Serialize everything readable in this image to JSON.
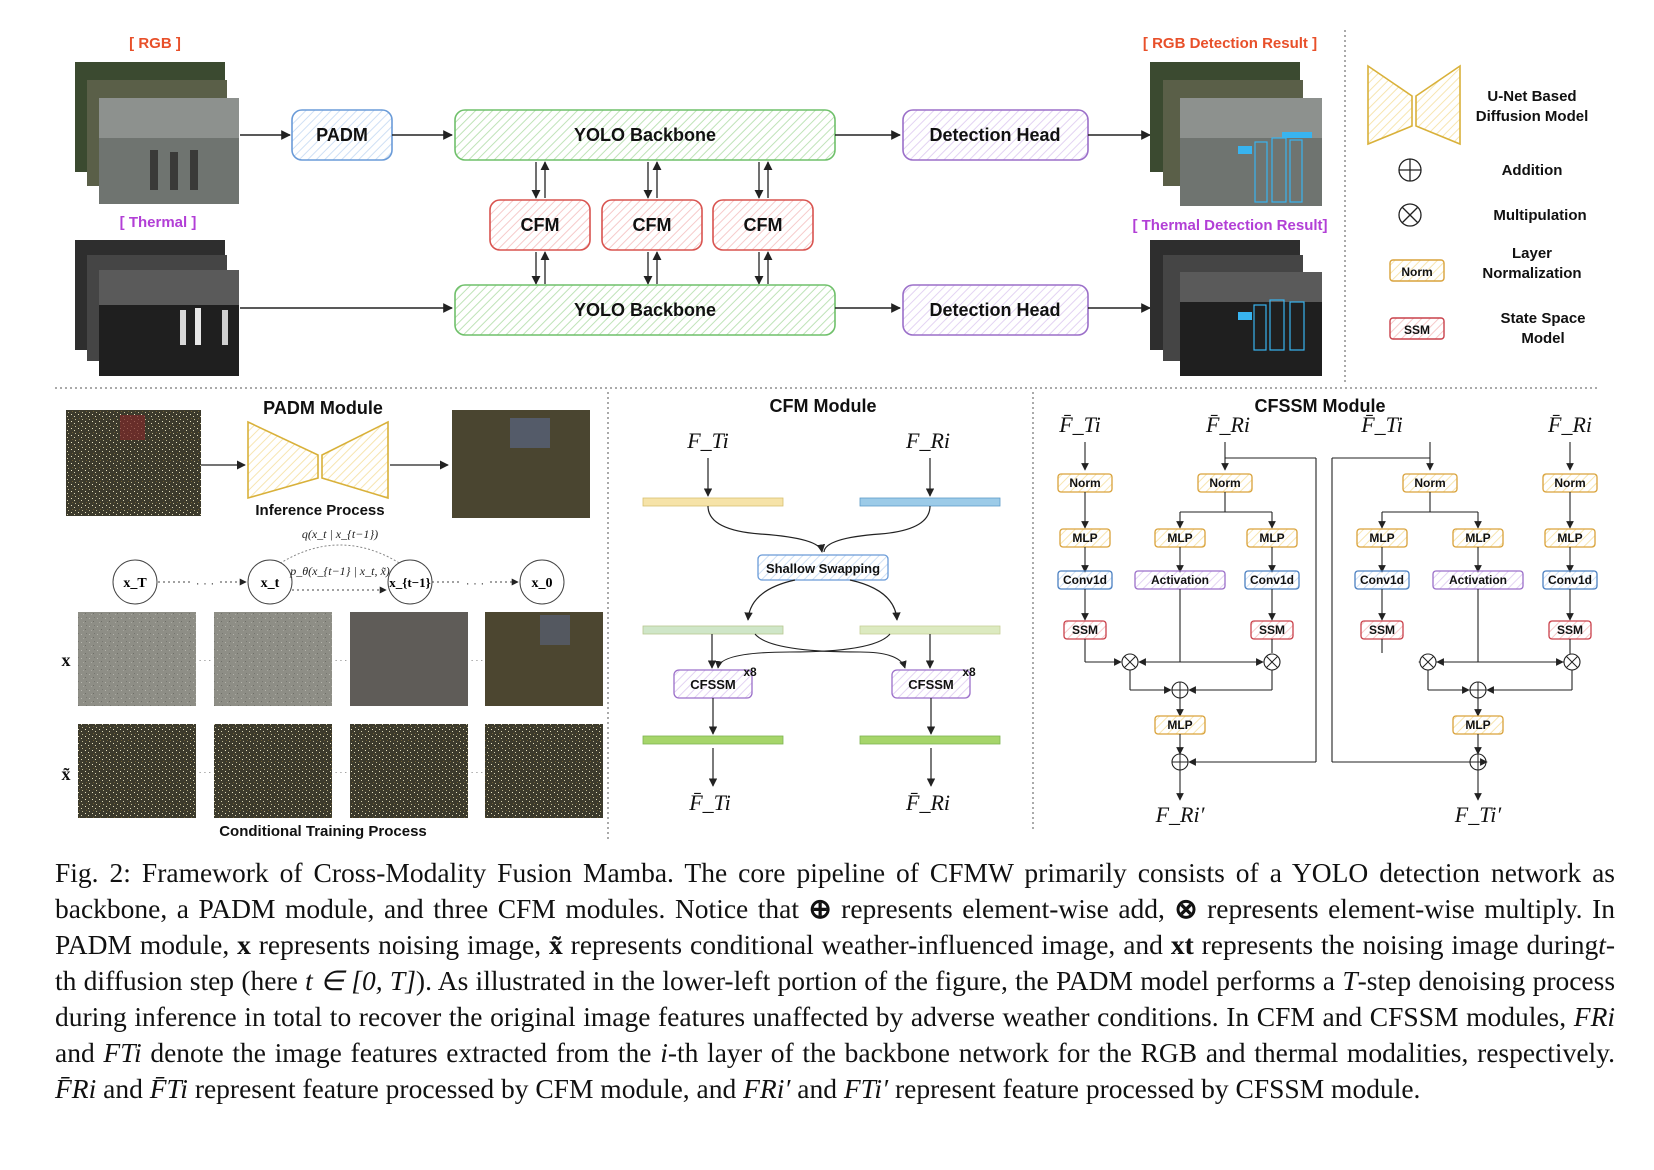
{
  "top": {
    "rgb_label": "[ RGB ]",
    "thermal_label": "[ Thermal ]",
    "rgb_result_label": "[ RGB Detection Result ]",
    "thermal_result_label": "[ Thermal Detection Result]",
    "padm": "PADM",
    "backbone_top": "YOLO Backbone",
    "backbone_bottom": "YOLO Backbone",
    "cfm": [
      "CFM",
      "CFM",
      "CFM"
    ],
    "detection_head_top": "Detection Head",
    "detection_head_bottom": "Detection Head"
  },
  "legend": {
    "unet_line1": "U-Net Based",
    "unet_line2": "Diffusion Model",
    "addition": "Addition",
    "multiplication": "Multipulation",
    "norm_box": "Norm",
    "norm_line1": "Layer",
    "norm_line2": "Normalization",
    "ssm_box": "SSM",
    "ssm_line1": "State Space",
    "ssm_line2": "Model"
  },
  "padm_panel": {
    "title": "PADM Module",
    "inference": "Inference Process",
    "q_label": "q(x_t | x_{t−1})",
    "p_label": "p_θ(x_{t−1} | x_t, x̃)",
    "nodes": [
      "x_T",
      "x_t",
      "x_{t−1}",
      "x_0"
    ],
    "dots": "· · ·",
    "row_x": "x",
    "row_xtilde": "x̃",
    "training": "Conditional Training Process"
  },
  "cfm_panel": {
    "title": "CFM Module",
    "in_left": "F_Ti",
    "in_right": "F_Ri",
    "swap": "Shallow Swapping",
    "cfssm": "CFSSM",
    "times": "x8",
    "out_left": "F̄_Ti",
    "out_right": "F̄_Ri"
  },
  "cfssm_panel": {
    "title": "CFSSM Module",
    "inputs": [
      "F̄_Ti",
      "F̄_Ri",
      "F̄_Ti",
      "F̄_Ri"
    ],
    "norm": "Norm",
    "mlp": "MLP",
    "conv": "Conv1d",
    "activation": "Activation",
    "ssm": "SSM",
    "out_left": "F_Ri′",
    "out_right": "F_Ti′"
  },
  "caption": {
    "s1": "Fig. 2: Framework of Cross-Modality Fusion Mamba. The core pipeline of CFMW primarily consists of a YOLO detection network as backbone, a PADM module, and three CFM modules. Notice that",
    "s2": "represents element-wise add,",
    "s3": "represents element-wise multiply. In PADM module,",
    "s4": "represents noising image,",
    "s5": "represents conditional weather-influenced image, and",
    "s6": "represents the noising image during",
    "s7": "-th diffusion step (here",
    "s8": "). As illustrated in the lower-left portion of the figure, the PADM model performs a",
    "s9": "-step denoising process during inference in total to recover the original image features unaffected by adverse weather conditions. In CFM and CFSSM modules,",
    "s10": "and",
    "s11": "denote the image features extracted from the",
    "s12": "-th layer of the backbone network for the RGB and thermal modalities, respectively.",
    "s13": "and",
    "s14": "represent feature processed by CFM module, and",
    "s15": "and",
    "s16": "represent feature processed by CFSSM module.",
    "sym_add": "⊕",
    "sym_mul": "⊗",
    "m_x": "x",
    "m_xtilde": "x̃",
    "m_xt": "xt",
    "m_t": "t",
    "m_range": "t ∈ [0, T]",
    "m_T": "T",
    "m_i": "i",
    "m_FR": "FRi",
    "m_FT": "FTi",
    "m_FbR": "F̄Ri",
    "m_FbT": "F̄Ti",
    "m_FRp": "FRi′",
    "m_FTp": "FTi′"
  },
  "colors": {
    "rgb_label": "#e8502a",
    "thermal_label": "#b23fd6",
    "padm_box": "#6a9bd8",
    "backbone_box": "#6fc06a",
    "cfm_box": "#d9534f",
    "detection_box": "#9b6fc9",
    "unet": "#d9b13a",
    "norm_box": "#d9a23a",
    "ssm_box": "#c9404a",
    "conv_box": "#4a7fc1",
    "activation_box": "#9b6fc9",
    "bar_yellow": "#f6e3a8",
    "bar_blue": "#9ccbe8",
    "bar_green": "#a6d56a"
  }
}
